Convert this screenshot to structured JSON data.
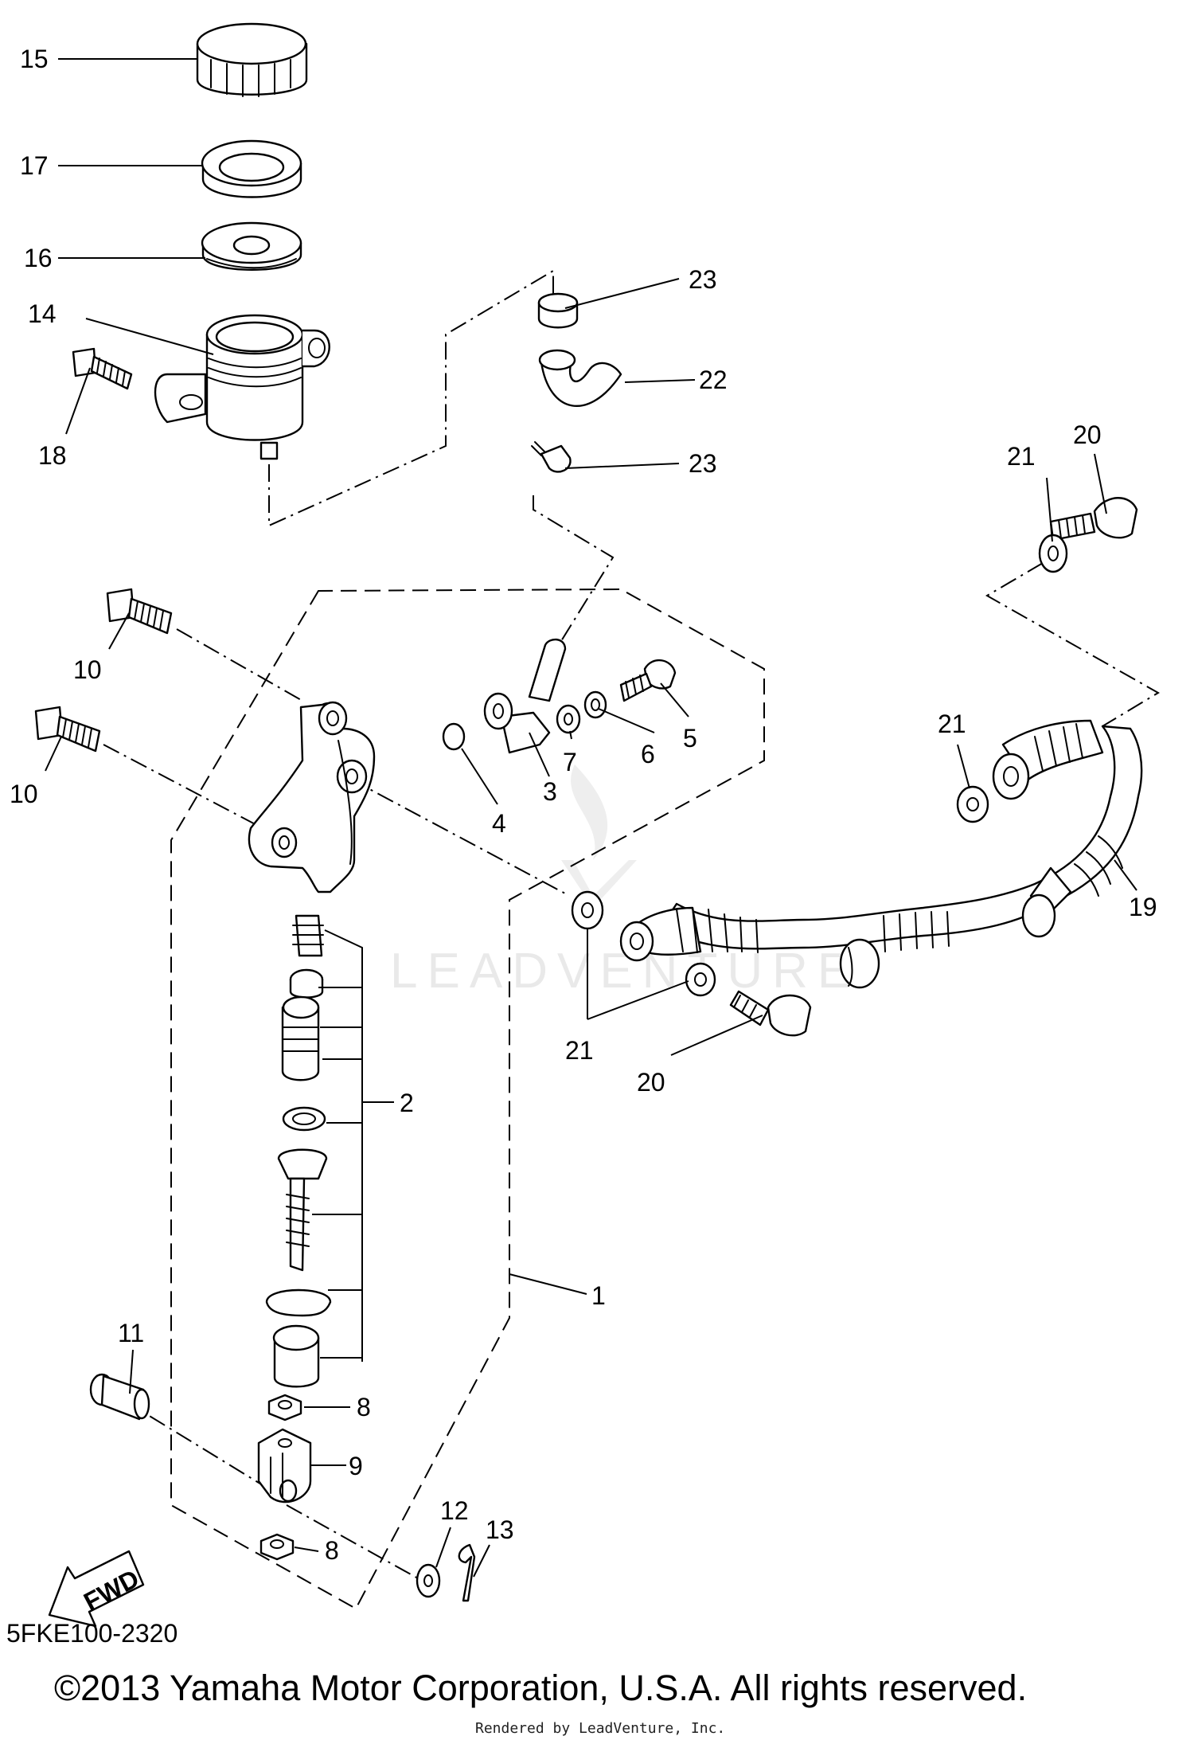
{
  "callouts": {
    "c1": "1",
    "c2": "2",
    "c3": "3",
    "c4": "4",
    "c5": "5",
    "c6": "6",
    "c7": "7",
    "c8a": "8",
    "c8b": "8",
    "c9": "9",
    "c10a": "10",
    "c10b": "10",
    "c11": "11",
    "c12": "12",
    "c13": "13",
    "c14": "14",
    "c15": "15",
    "c16": "16",
    "c17": "17",
    "c18": "18",
    "c19": "19",
    "c20a": "20",
    "c20b": "20",
    "c21a": "21",
    "c21b": "21",
    "c21c": "21",
    "c22": "22",
    "c23a": "23",
    "c23b": "23"
  },
  "direction_arrow": {
    "label": "FWD"
  },
  "watermark": {
    "text": "LEADVENTURE"
  },
  "footer": {
    "diagram_code": "5FKE100-2320",
    "copyright": "©2013 Yamaha Motor Corporation, U.S.A. All rights reserved.",
    "rendered_by": "Rendered by LeadVenture, Inc."
  }
}
